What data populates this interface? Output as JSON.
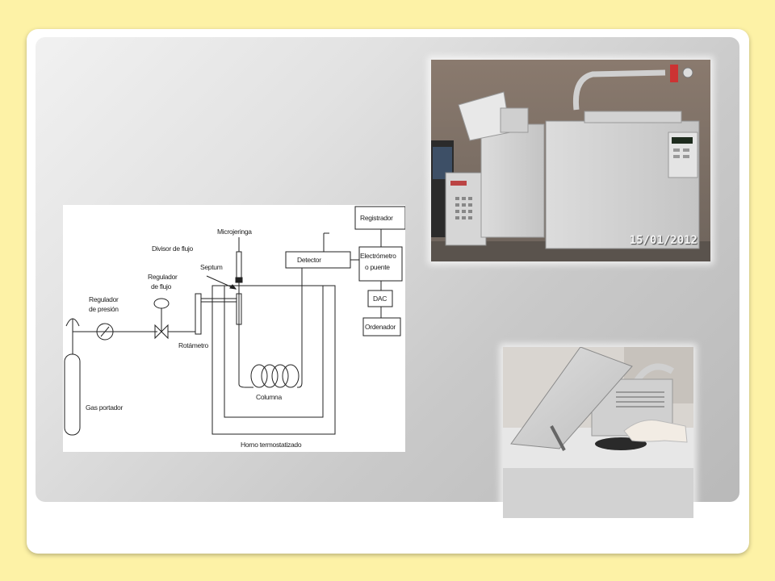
{
  "diagram": {
    "labels": {
      "microjeringa": "Microjeringa",
      "divisor_flujo": "Divisor de flujo",
      "septum": "Septum",
      "regulador_flujo_1": "Regulador",
      "regulador_flujo_2": "de flujo",
      "regulador_presion_1": "Regulador",
      "regulador_presion_2": "de presión",
      "rotametro": "Rotámetro",
      "gas_portador": "Gas portador",
      "columna": "Columna",
      "horno": "Horno termostatizado",
      "detector": "Detector",
      "registrador": "Registrador",
      "electrometro_1": "Electrómetro",
      "electrometro_2": "o puente",
      "dac": "DAC",
      "ordenador": "Ordenador"
    }
  },
  "photos": {
    "top": {
      "date_stamp": "15/01/2012"
    }
  }
}
